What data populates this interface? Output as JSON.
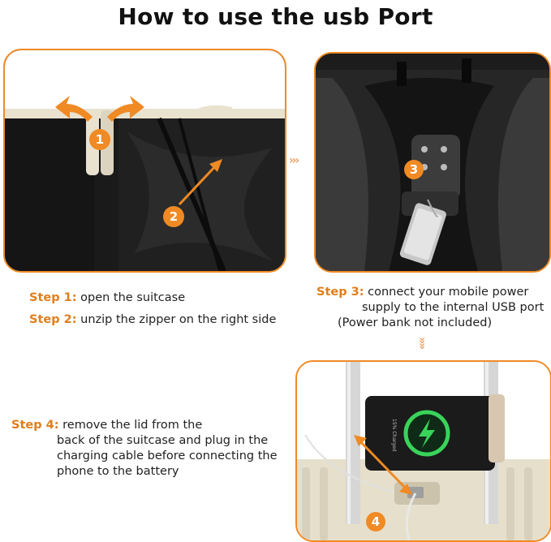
{
  "title": "How to use the usb Port",
  "steps": {
    "s1": {
      "label": "Step 1:",
      "text": "open the suitcase"
    },
    "s2": {
      "label": "Step 2:",
      "text": "unzip the zipper on the right side"
    },
    "s3": {
      "label": "Step 3:",
      "line1": "connect your mobile power",
      "line2": "supply to the internal USB port",
      "line3": "(Power bank not included)"
    },
    "s4": {
      "label": "Step 4:",
      "line1": "remove the lid from the",
      "line2": "back of the suitcase and plug in the",
      "line3": "charging cable before connecting the",
      "line4": "phone to the battery"
    }
  },
  "badges": {
    "b1": "1",
    "b2": "2",
    "b3": "3",
    "b4": "4"
  },
  "phone_screen_text": "15% Charged",
  "connector_right": "›››",
  "connector_down": "»»",
  "colors": {
    "accent": "#f08a24",
    "step_label": "#e07e1c",
    "charge_green": "#39d35a"
  }
}
